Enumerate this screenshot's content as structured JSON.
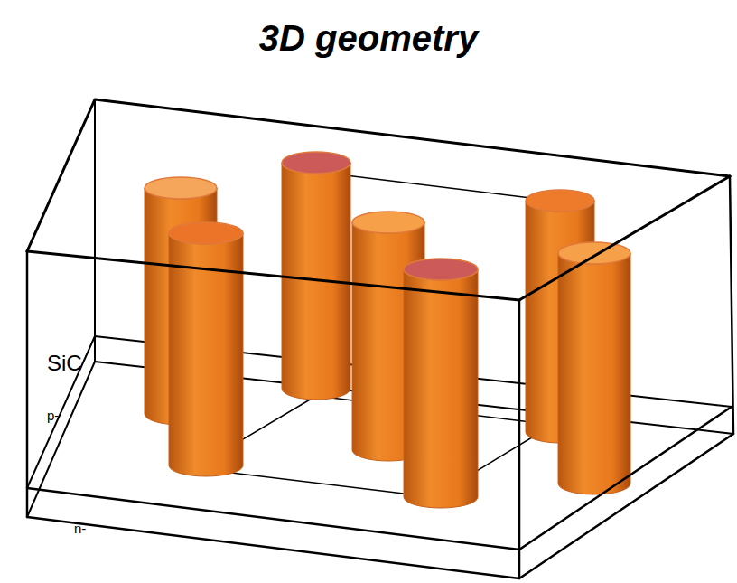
{
  "diagram": {
    "title": "3D geometry",
    "labels": [
      "SiC",
      "p-",
      "n-"
    ]
  }
}
